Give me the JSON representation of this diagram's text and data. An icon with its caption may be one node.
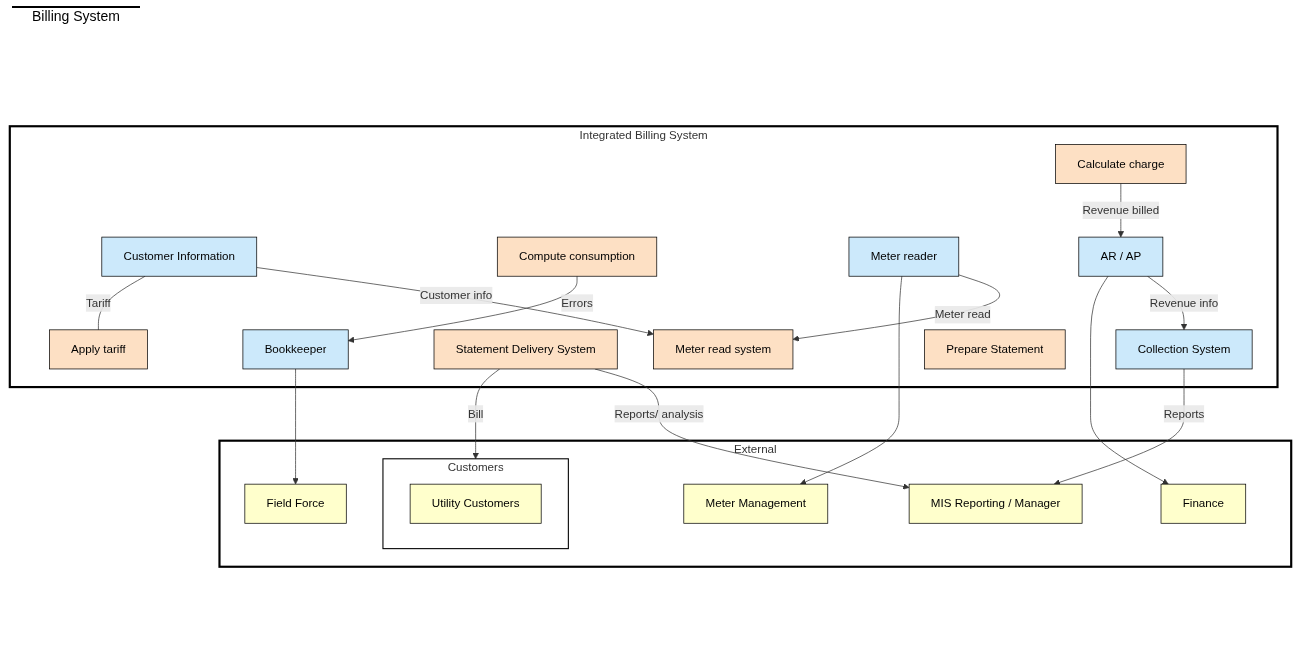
{
  "diagram": {
    "nodes": [
      {
        "text": [
          "Integrated Billing System"
        ]
      },
      {
        "text": [
          "Customer Information"
        ],
        "in": 0
      },
      {
        "text": [
          "Meter read system"
        ],
        "in": 0
      },
      {
        "text": [
          "Compute consumption"
        ],
        "in": 0
      },
      {
        "text": [
          "Apply tariff"
        ],
        "in": 0
      },
      {
        "text": [
          "Calculate charge"
        ],
        "in": 0
      },
      {
        "text": [
          "Prepare Statement"
        ],
        "in": 0
      },
      {
        "text": [
          "Statement Delivery System"
        ],
        "in": 0
      },
      {
        "text": [
          "Meter reader"
        ],
        "in": 0
      },
      {
        "text": [
          "Bookkeeper"
        ],
        "in": 0
      },
      {
        "text": [
          "AR / AP"
        ],
        "in": 0
      },
      {
        "text": [
          "Collection System"
        ],
        "in": 0
      },
      {
        "text": [
          "External"
        ]
      },
      {
        "text": [
          "Customers"
        ],
        "in": 12
      },
      {
        "text": [
          "Utility Customers"
        ],
        "in": 13
      },
      {
        "text": [
          "Field Force"
        ],
        "in": 12
      },
      {
        "text": [
          "Finance"
        ],
        "in": 12
      },
      {
        "text": [
          "MIS Reporting / Manager"
        ],
        "in": 12
      },
      {
        "text": [
          "Meter Management"
        ],
        "in": 12
      }
    ],
    "edges": [
      {
        "from": 1,
        "to": 2,
        "arrow": "to",
        "label": "Customer info"
      },
      {
        "from": 1,
        "to": 4,
        "arrow": "none",
        "label": "Tariff"
      },
      {
        "from": 8,
        "to": 2,
        "arrow": "to",
        "label": "Meter read"
      },
      {
        "from": 3,
        "to": 9,
        "arrow": "to",
        "label": "Errors"
      },
      {
        "from": 5,
        "to": 10,
        "arrow": "to",
        "label": "Revenue billed"
      },
      {
        "from": 10,
        "to": 11,
        "arrow": "to",
        "label": "Revenue info"
      },
      {
        "from": 10,
        "to": 16,
        "arrow": "to"
      },
      {
        "from": 7,
        "to": 13,
        "arrow": "to",
        "label": "Bill"
      },
      {
        "from": 7,
        "to": 17,
        "arrow": "to",
        "label": "Reports/ analysis"
      },
      {
        "from": 11,
        "to": 17,
        "arrow": "to",
        "label": "Reports"
      },
      {
        "from": 8,
        "to": 18,
        "arrow": "to"
      },
      {
        "from": 9,
        "to": 15,
        "arrow": "to"
      }
    ],
    "labels": [
      "Billing System"
    ]
  }
}
